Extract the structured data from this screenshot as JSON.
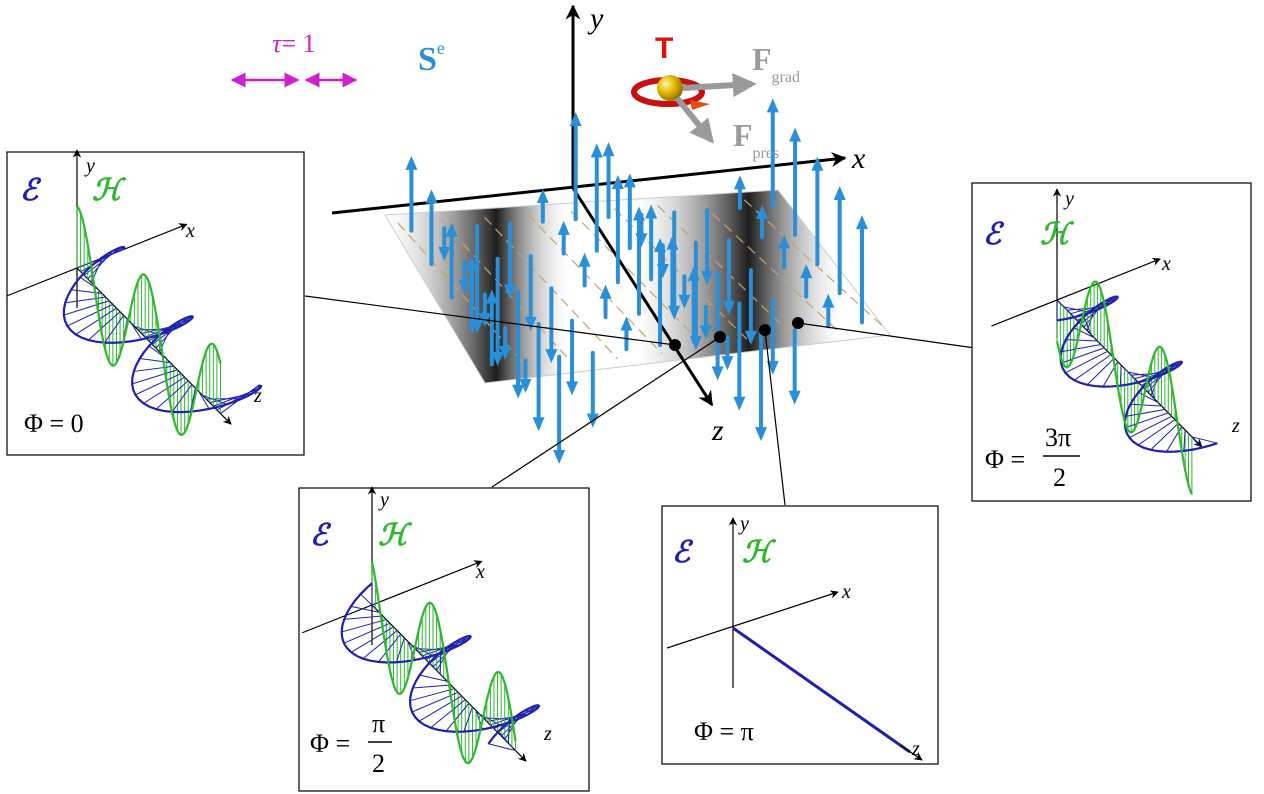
{
  "colors": {
    "axis": "#000000",
    "poynting": "#2a8fd6",
    "electric": "#1f1fb0",
    "magnetic": "#2eb82e",
    "torque": "#e01010",
    "force": "#9a9a9a",
    "tau": "#cc22cc",
    "flow": "#c8a070"
  },
  "tau": {
    "symbol": "τ",
    "eq": "= 1"
  },
  "main": {
    "x_label": "x",
    "y_label": "y",
    "z_label": "z",
    "poynting": "S",
    "poynting_sup": "e",
    "torque": "T",
    "force_grad": "F",
    "force_grad_sub": "grad",
    "force_pres": "F",
    "force_pres_sub": "pres"
  },
  "insets": [
    {
      "id": "phi0",
      "E": "ℰ",
      "H": "ℋ",
      "x": "x",
      "y": "y",
      "z": "z",
      "phase": "Φ = 0"
    },
    {
      "id": "phi3pi2",
      "E": "ℰ",
      "H": "ℋ",
      "x": "x",
      "y": "y",
      "z": "z",
      "phase_lhs": "Φ =",
      "num": "3π",
      "den": "2"
    },
    {
      "id": "phipi2",
      "E": "ℰ",
      "H": "ℋ",
      "x": "x",
      "y": "y",
      "z": "z",
      "phase_lhs": "Φ =",
      "num": "π",
      "den": "2"
    },
    {
      "id": "phipi",
      "E": "ℰ",
      "H": "ℋ",
      "x": "x",
      "y": "y",
      "z": "z",
      "phase": "Φ = π"
    }
  ]
}
